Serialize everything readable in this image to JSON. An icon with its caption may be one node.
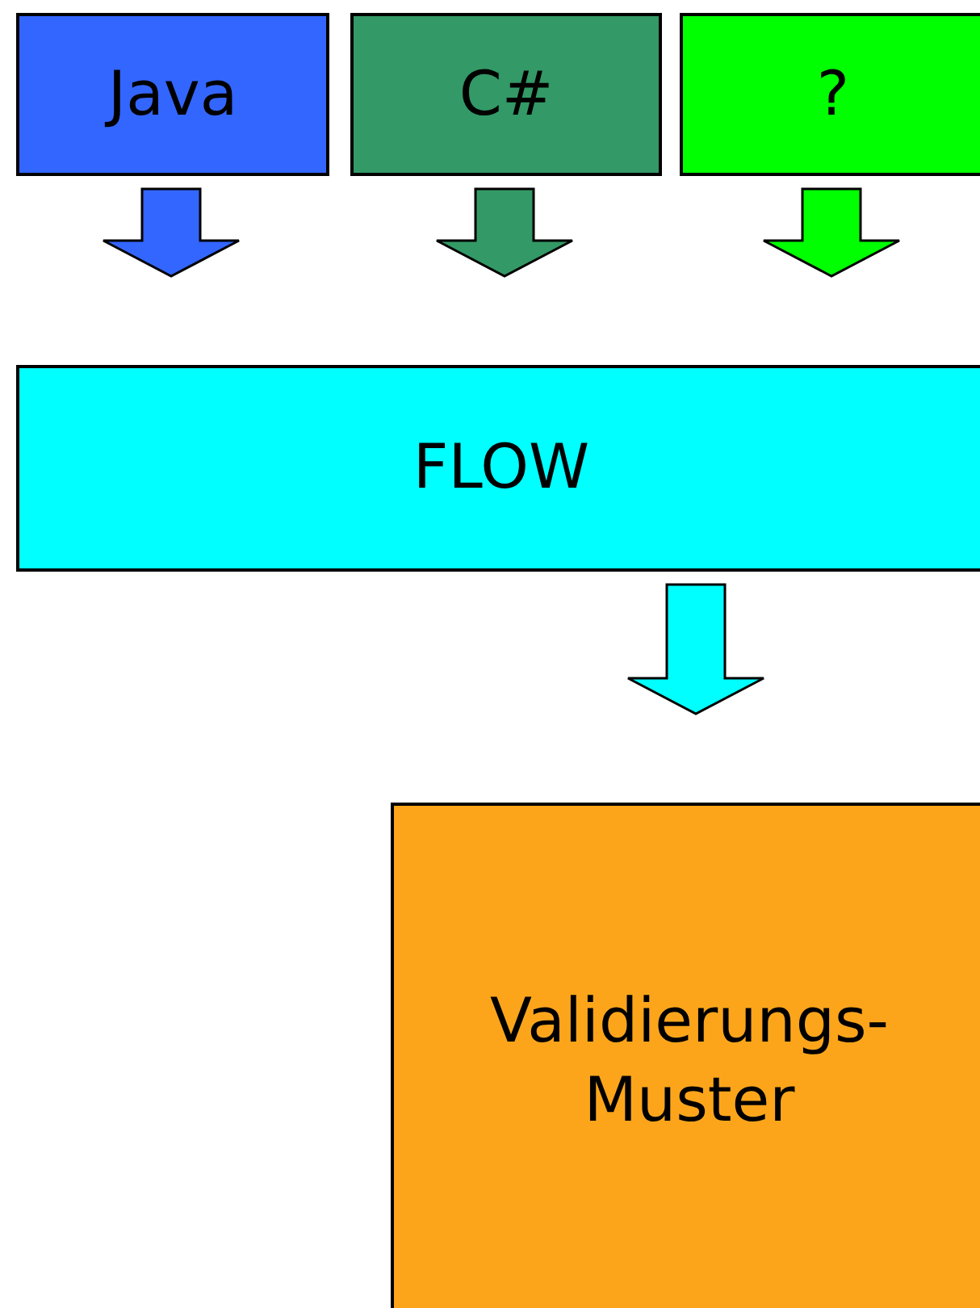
{
  "diagram": {
    "nodes": [
      {
        "text": [
          "Java"
        ]
      },
      {
        "text": [
          "C#"
        ]
      },
      {
        "text": [
          "?"
        ]
      },
      {
        "text": [
          "FLOW"
        ]
      },
      {
        "text": [
          "Validierungs- Muster"
        ]
      }
    ],
    "edges": [
      {
        "from": 0,
        "to": 3,
        "arrow": "to",
        "style": "thick",
        "color": "#3366ff"
      },
      {
        "from": 1,
        "to": 3,
        "arrow": "to",
        "style": "thick",
        "color": "#339966"
      },
      {
        "from": 2,
        "to": 3,
        "arrow": "to",
        "style": "thick",
        "color": "#00ff00"
      },
      {
        "from": 3,
        "to": 4,
        "arrow": "to",
        "style": "thick",
        "color": "#00ffff"
      }
    ]
  }
}
